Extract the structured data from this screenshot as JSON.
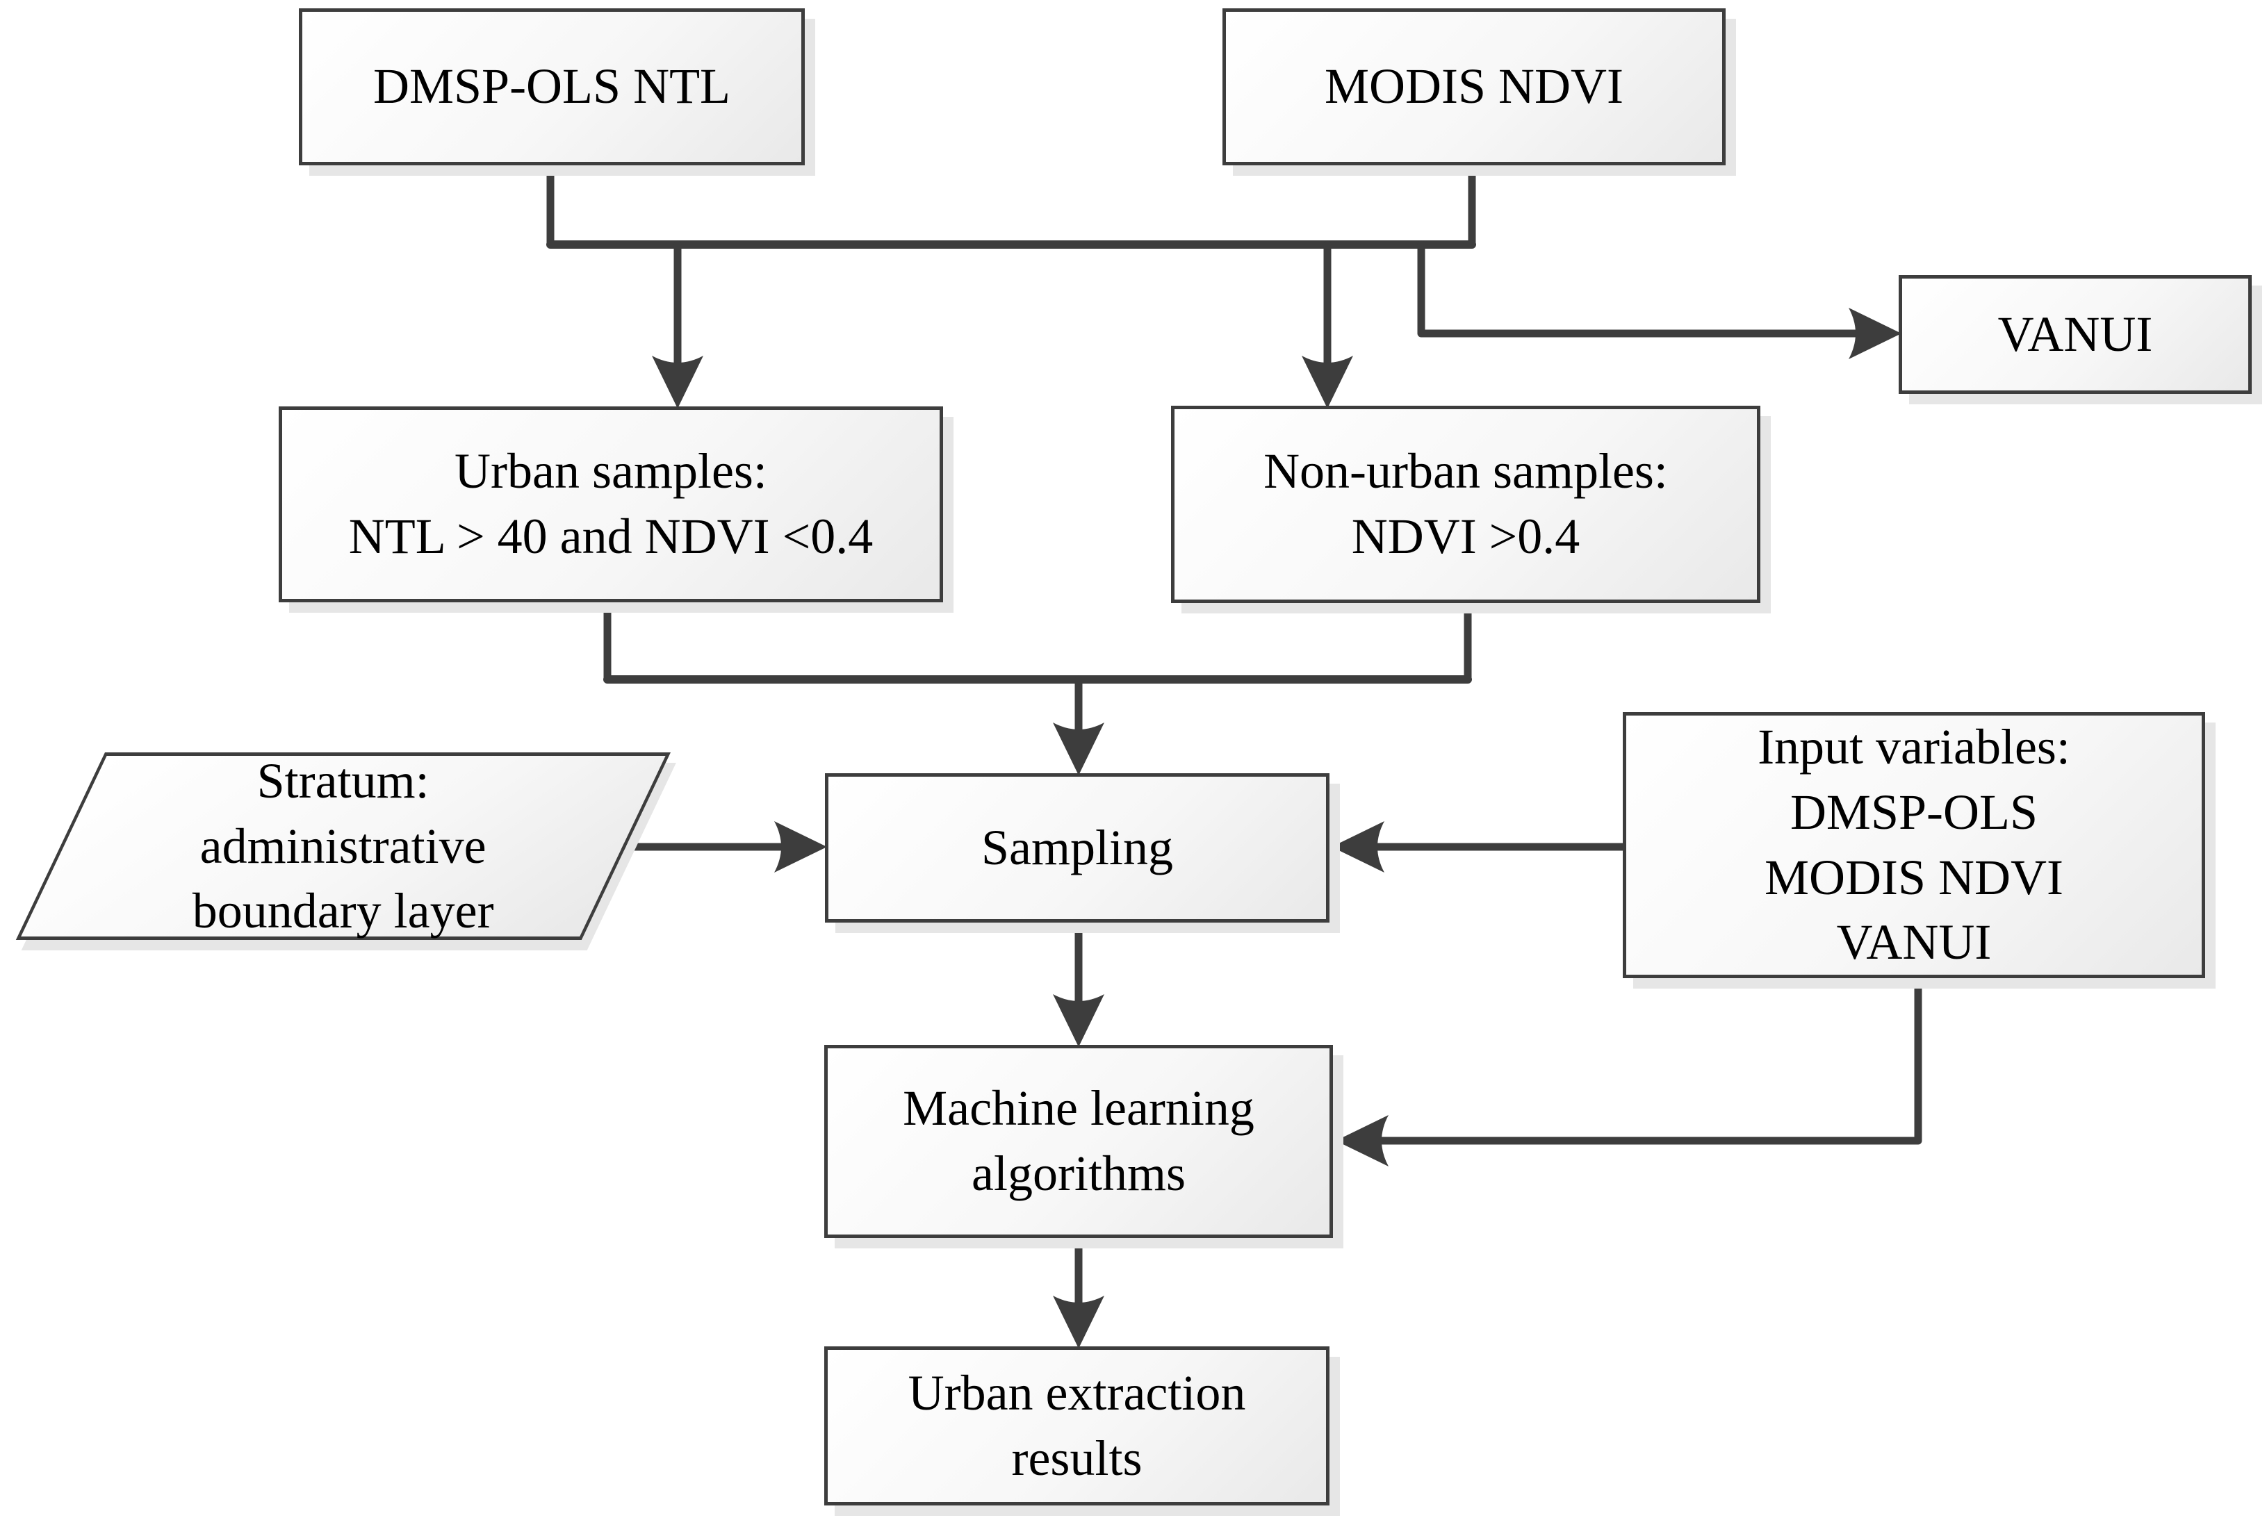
{
  "diagram": {
    "type": "flowchart",
    "background": "#ffffff",
    "colors": {
      "line": "#3d3d3d",
      "node_border": "#3d3d3d",
      "node_fill_start": "#ffffff",
      "node_fill_end": "#e9e9e9",
      "shadow": "#e6e6e6",
      "text": "#000000"
    },
    "nodes": {
      "dmsp_ols_ntl": {
        "shape": "rect",
        "label": "DMSP-OLS NTL"
      },
      "modis_ndvi": {
        "shape": "rect",
        "label": "MODIS NDVI"
      },
      "vanui": {
        "shape": "rect",
        "label": "VANUI"
      },
      "urban_samples": {
        "shape": "rect",
        "lines": [
          "Urban samples:",
          "NTL > 40 and NDVI <0.4"
        ]
      },
      "non_urban_samples": {
        "shape": "rect",
        "lines": [
          "Non-urban samples:",
          "NDVI >0.4"
        ]
      },
      "stratum": {
        "shape": "parallelogram",
        "lines": [
          "Stratum:",
          "administrative",
          "boundary layer"
        ]
      },
      "sampling": {
        "shape": "rect",
        "label": "Sampling"
      },
      "input_variables": {
        "shape": "rect",
        "lines": [
          "Input variables:",
          "DMSP-OLS",
          "MODIS NDVI",
          "VANUI"
        ]
      },
      "machine_learning": {
        "shape": "rect",
        "lines": [
          "Machine learning",
          "algorithms"
        ]
      },
      "urban_extraction": {
        "shape": "rect",
        "lines": [
          "Urban extraction",
          "results"
        ]
      }
    },
    "edges": [
      {
        "from": "dmsp_ols_ntl",
        "to": "urban_samples"
      },
      {
        "from": "dmsp_ols_ntl",
        "to": "non_urban_samples"
      },
      {
        "from": "modis_ndvi",
        "to": "urban_samples"
      },
      {
        "from": "modis_ndvi",
        "to": "non_urban_samples"
      },
      {
        "from": "dmsp_ols_ntl_and_modis_ndvi",
        "to": "vanui"
      },
      {
        "from": "urban_samples",
        "to": "sampling"
      },
      {
        "from": "non_urban_samples",
        "to": "sampling"
      },
      {
        "from": "stratum",
        "to": "sampling"
      },
      {
        "from": "input_variables",
        "to": "sampling"
      },
      {
        "from": "sampling",
        "to": "machine_learning"
      },
      {
        "from": "input_variables",
        "to": "machine_learning"
      },
      {
        "from": "machine_learning",
        "to": "urban_extraction"
      }
    ]
  }
}
